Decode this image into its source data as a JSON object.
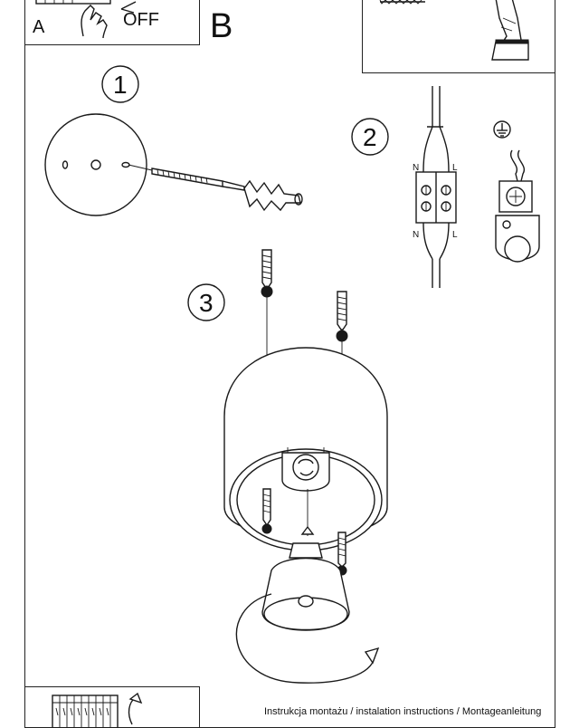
{
  "panel_a": {
    "letter": "A",
    "state": "OFF"
  },
  "panel_b": {
    "letter": "B"
  },
  "steps": [
    {
      "number": "1"
    },
    {
      "number": "2",
      "wire_labels": [
        "N",
        "L",
        "N",
        "L"
      ]
    },
    {
      "number": "3"
    }
  ],
  "footer": {
    "instructions": "Instrukcja montażu / instalation instructions / Montageanleitung"
  },
  "icons": [
    "hand-switch-icon",
    "ground-symbol-icon",
    "rotate-arrow-icon"
  ]
}
